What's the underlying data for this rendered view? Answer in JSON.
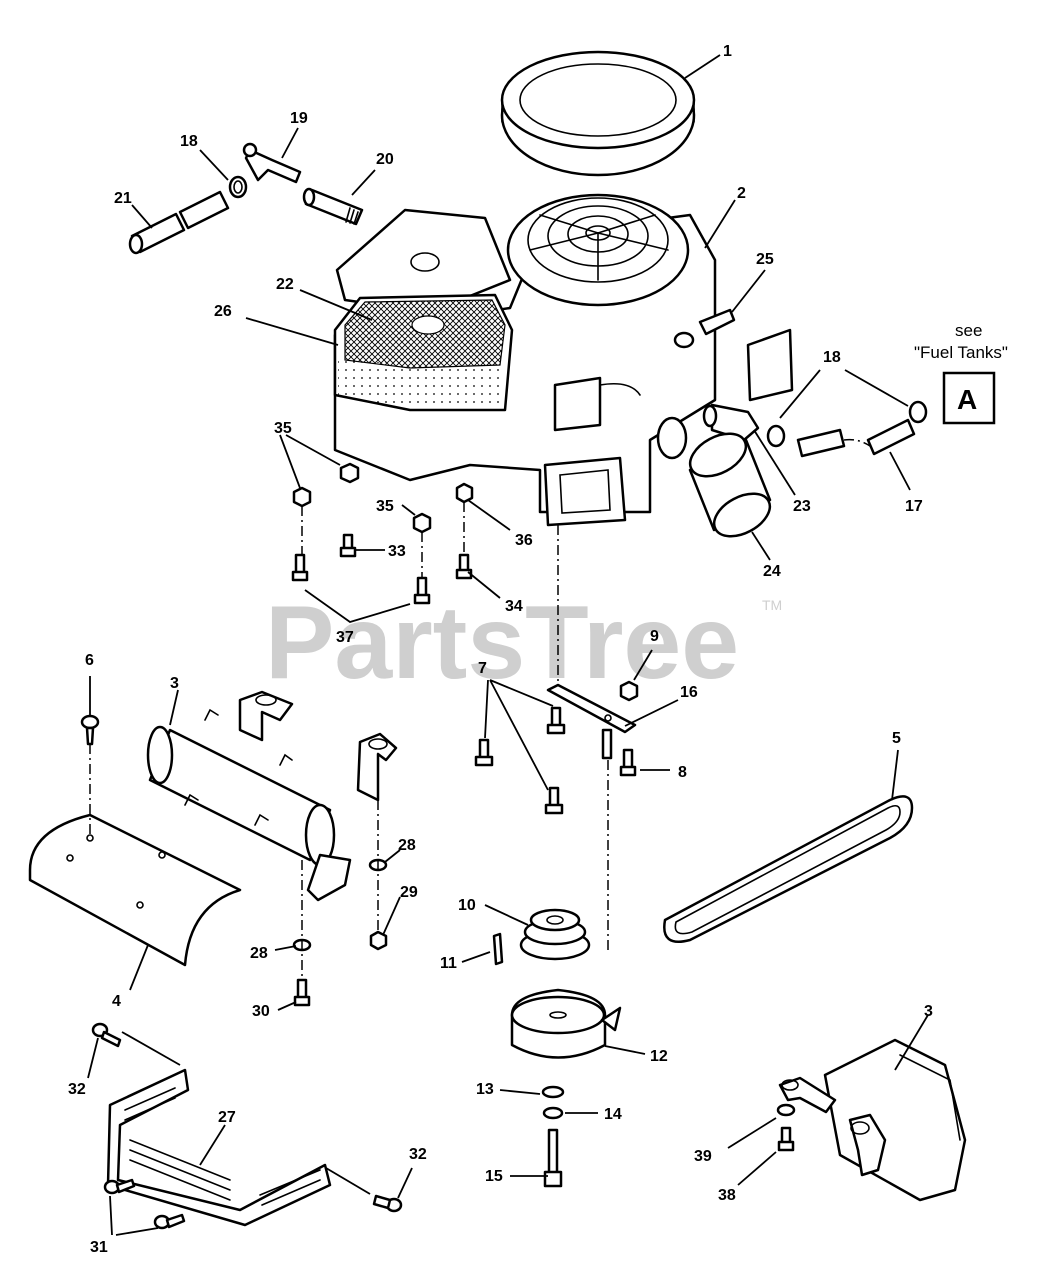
{
  "watermark": {
    "text": "PartsTree",
    "tm": "TM"
  },
  "reference": {
    "note_line1": "see",
    "note_line2": "\"Fuel Tanks\"",
    "box_letter": "A"
  },
  "callouts": {
    "c1": "1",
    "c2": "2",
    "c3a": "3",
    "c3b": "3",
    "c4": "4",
    "c5": "5",
    "c6": "6",
    "c7": "7",
    "c8": "8",
    "c9": "9",
    "c10": "10",
    "c11": "11",
    "c12": "12",
    "c13": "13",
    "c14": "14",
    "c15": "15",
    "c16": "16",
    "c17": "17",
    "c18a": "18",
    "c18b": "18",
    "c19": "19",
    "c20": "20",
    "c21": "21",
    "c22": "22",
    "c23": "23",
    "c24": "24",
    "c25": "25",
    "c26": "26",
    "c27": "27",
    "c28a": "28",
    "c28b": "28",
    "c29": "29",
    "c30": "30",
    "c31": "31",
    "c32a": "32",
    "c32b": "32",
    "c33": "33",
    "c34": "34",
    "c35a": "35",
    "c35b": "35",
    "c36": "36",
    "c37": "37",
    "c38": "38",
    "c39": "39"
  }
}
